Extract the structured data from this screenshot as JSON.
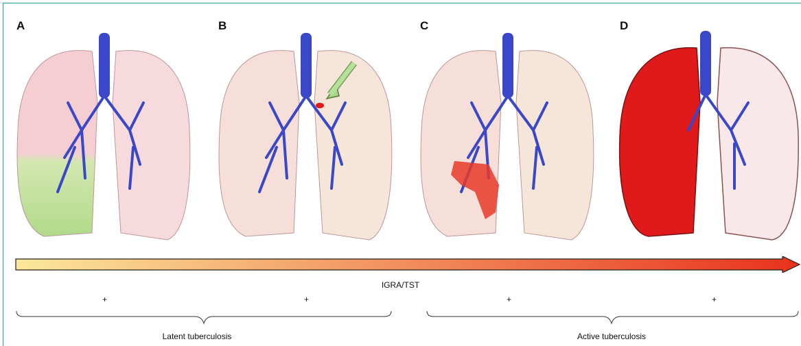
{
  "panels": [
    {
      "letter": "A"
    },
    {
      "letter": "B"
    },
    {
      "letter": "C"
    },
    {
      "letter": "D"
    }
  ],
  "axis": {
    "label": "IGRA/TST",
    "gradient_start": "#fbe89a",
    "gradient_end": "#e8321c"
  },
  "plus_signs": [
    "+",
    "+",
    "+",
    "+"
  ],
  "groups": {
    "latent": "Latent tuberculosis",
    "active": "Active tuberculosis"
  },
  "colors": {
    "airway": "#3a47c8",
    "lesion": "#e01a1a",
    "frame": "#1f9a9a"
  }
}
